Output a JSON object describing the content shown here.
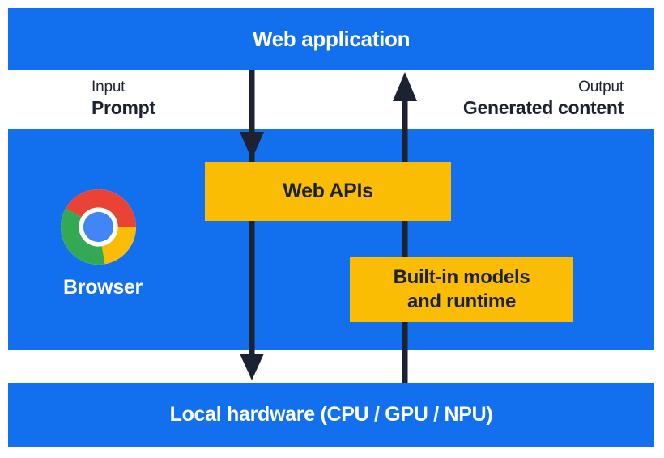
{
  "title_bar": {
    "label": "Web application"
  },
  "io_labels": {
    "input_caption": "Input",
    "input_value": "Prompt",
    "output_caption": "Output",
    "output_value": "Generated content"
  },
  "browser_panel": {
    "browser_label": "Browser",
    "web_apis_label": "Web APIs",
    "builtin_models_line1": "Built-in models",
    "builtin_models_line2": "and runtime"
  },
  "hardware_bar": {
    "label": "Local hardware (CPU / GPU / NPU)"
  },
  "icons": {
    "chrome_logo": "chrome-browser-logo"
  },
  "arrows": {
    "input_flow": "web-application-to-web-apis-to-local-hardware",
    "output_flow": "local-hardware-through-builtin-models-to-web-application"
  },
  "colors": {
    "panel_blue": "#1270EF",
    "accent_yellow": "#FBBC04",
    "ink_navy": "#1C2231",
    "text_white": "#FFFFFF",
    "chrome_red": "#EA4335",
    "chrome_yellow": "#FBBC04",
    "chrome_green": "#34A853",
    "chrome_blue": "#4285F4"
  }
}
